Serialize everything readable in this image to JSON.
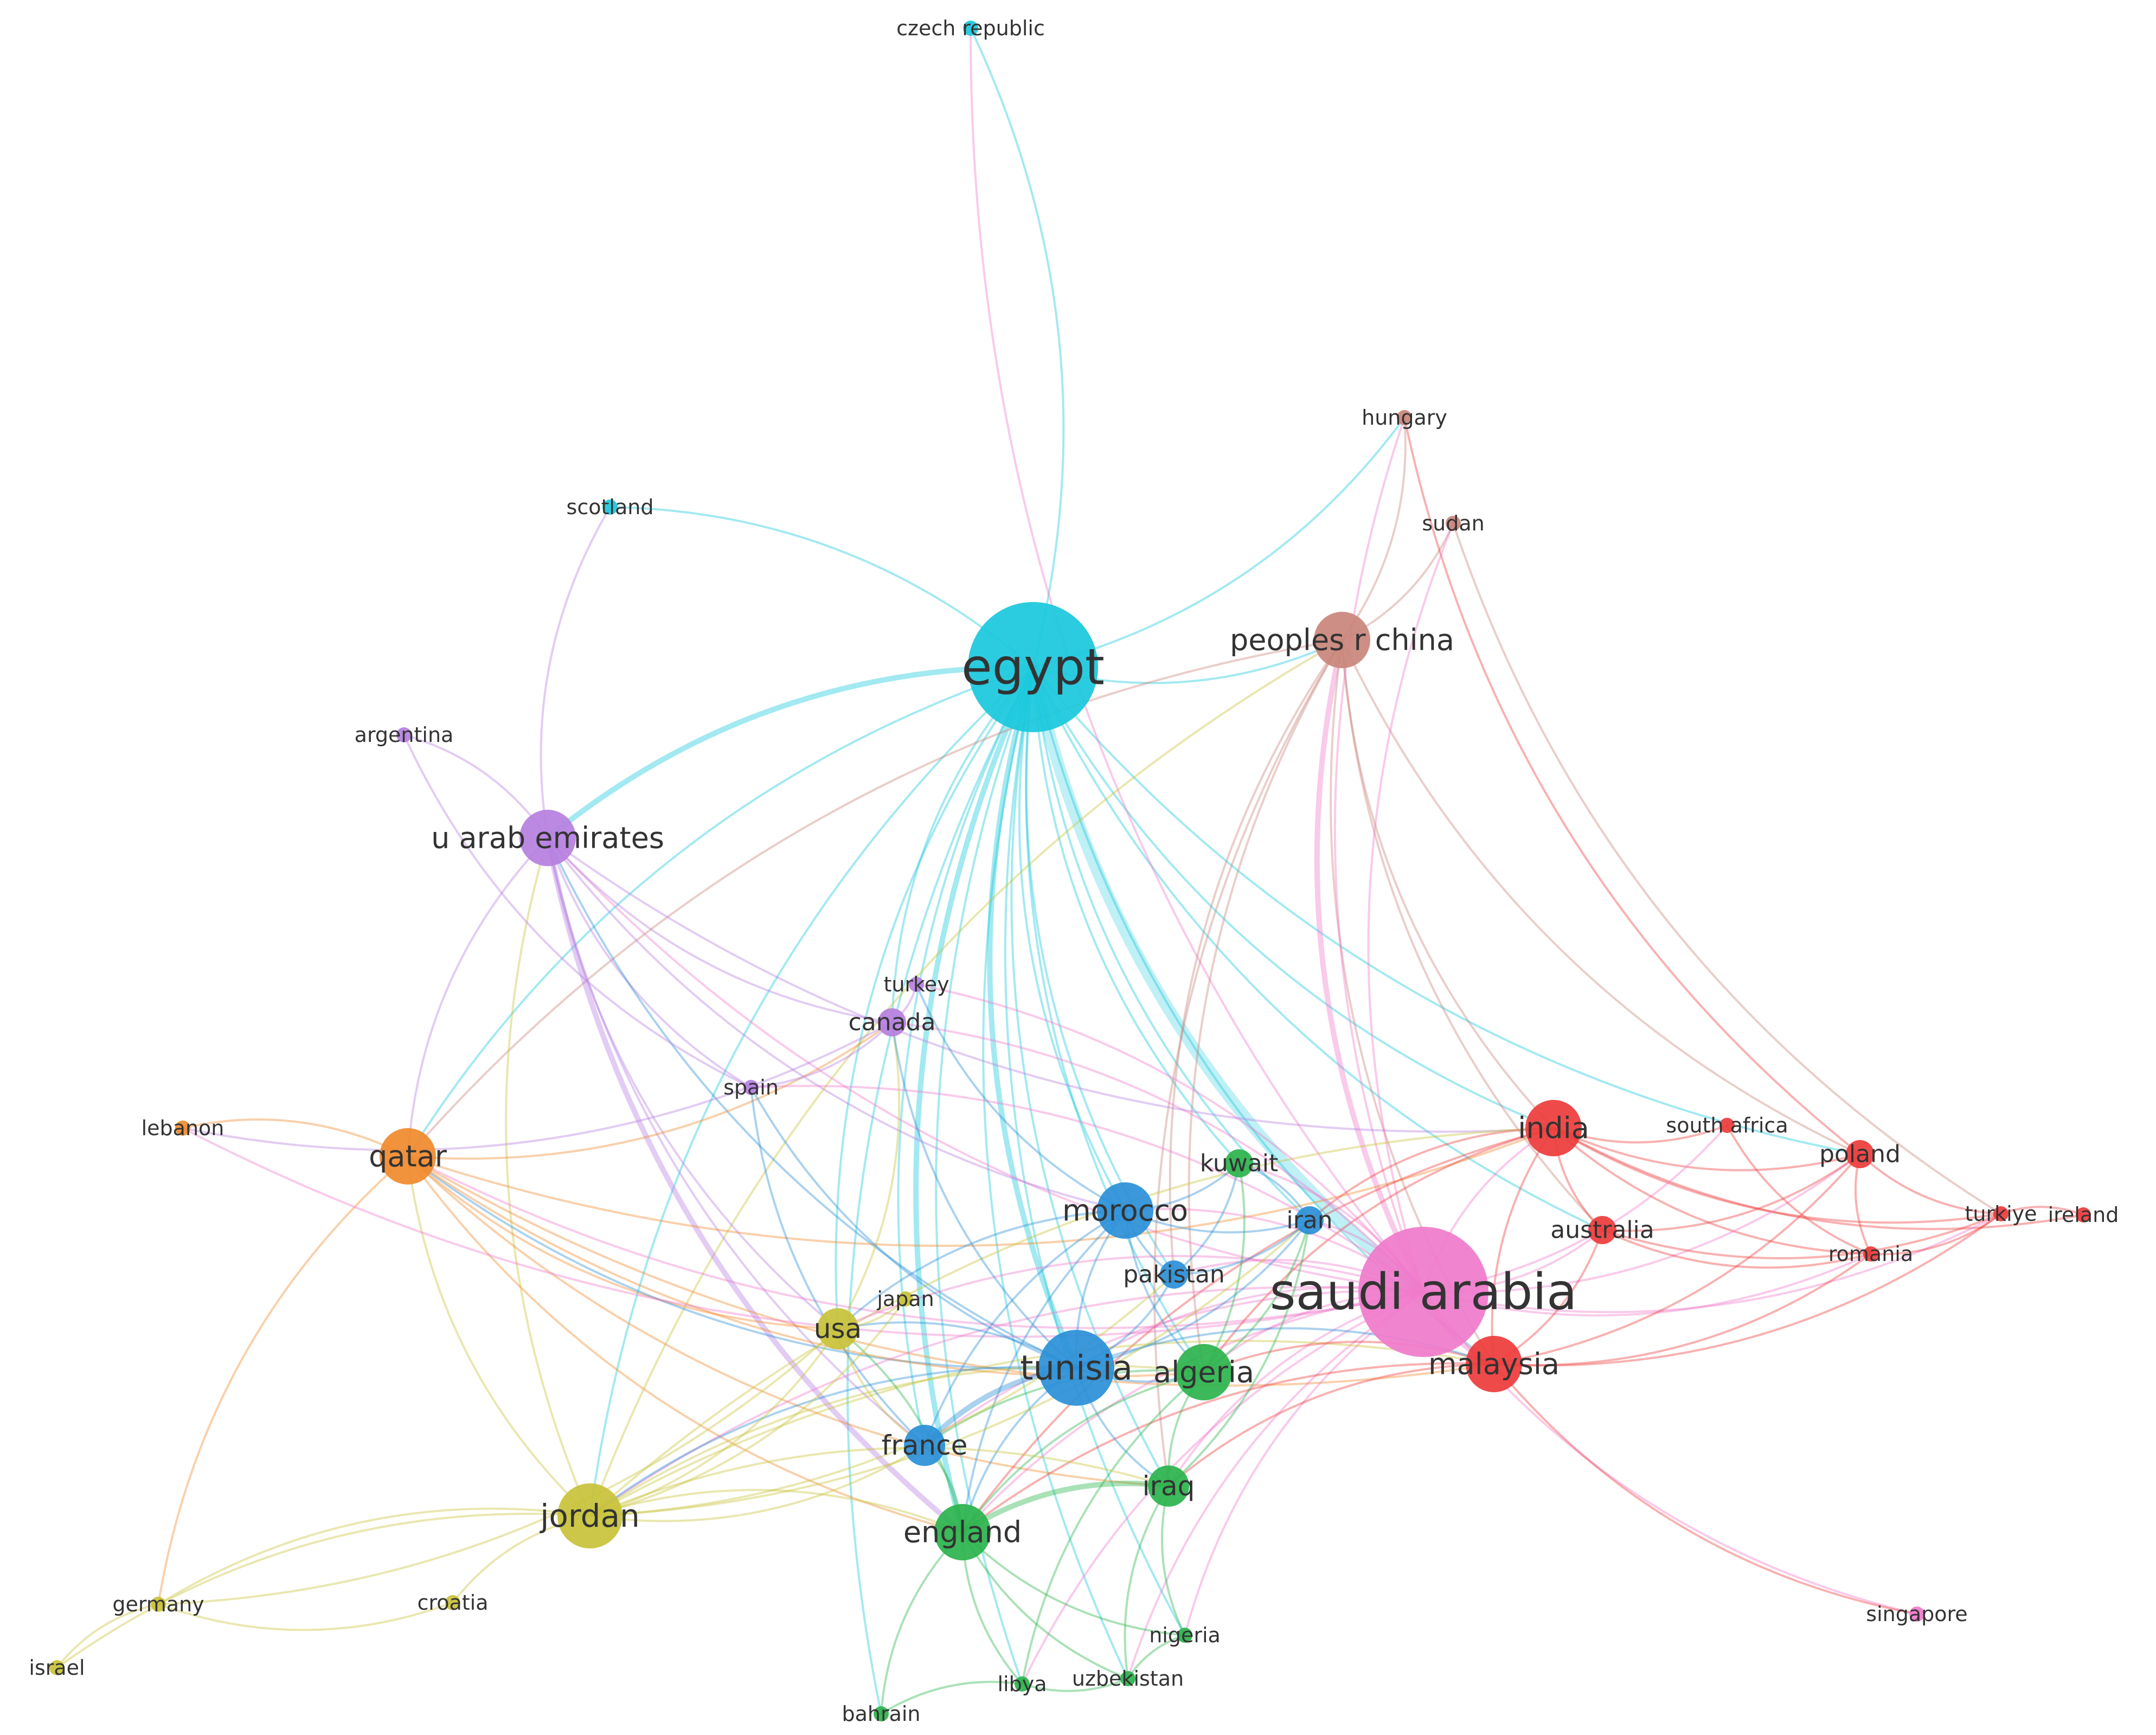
{
  "network": {
    "nodes": [
      {
        "id": "czech_republic",
        "label": "czech republic",
        "cluster": "cyan",
        "weight": 1
      },
      {
        "id": "scotland",
        "label": "scotland",
        "cluster": "cyan",
        "weight": 1
      },
      {
        "id": "egypt",
        "label": "egypt",
        "cluster": "cyan",
        "weight": 10
      },
      {
        "id": "hungary",
        "label": "hungary",
        "cluster": "brown",
        "weight": 1
      },
      {
        "id": "sudan",
        "label": "sudan",
        "cluster": "brown",
        "weight": 1
      },
      {
        "id": "peoples_r_china",
        "label": "peoples r china",
        "cluster": "brown",
        "weight": 4
      },
      {
        "id": "argentina",
        "label": "argentina",
        "cluster": "purple",
        "weight": 1
      },
      {
        "id": "u_arab_emirates",
        "label": "u arab emirates",
        "cluster": "purple",
        "weight": 4
      },
      {
        "id": "turkey",
        "label": "turkey",
        "cluster": "purple",
        "weight": 1
      },
      {
        "id": "canada",
        "label": "canada",
        "cluster": "purple",
        "weight": 2
      },
      {
        "id": "spain",
        "label": "spain",
        "cluster": "purple",
        "weight": 1
      },
      {
        "id": "lebanon",
        "label": "lebanon",
        "cluster": "orange",
        "weight": 1
      },
      {
        "id": "qatar",
        "label": "qatar",
        "cluster": "orange",
        "weight": 4
      },
      {
        "id": "india",
        "label": "india",
        "cluster": "red",
        "weight": 4
      },
      {
        "id": "south_africa",
        "label": "south africa",
        "cluster": "red",
        "weight": 1
      },
      {
        "id": "poland",
        "label": "poland",
        "cluster": "red",
        "weight": 2
      },
      {
        "id": "turkiye",
        "label": "turkiye",
        "cluster": "red",
        "weight": 1
      },
      {
        "id": "ireland",
        "label": "ireland",
        "cluster": "red",
        "weight": 1
      },
      {
        "id": "romania",
        "label": "romania",
        "cluster": "red",
        "weight": 1
      },
      {
        "id": "australia",
        "label": "australia",
        "cluster": "red",
        "weight": 2
      },
      {
        "id": "kuwait",
        "label": "kuwait",
        "cluster": "green",
        "weight": 2
      },
      {
        "id": "morocco",
        "label": "morocco",
        "cluster": "blue",
        "weight": 4
      },
      {
        "id": "iran",
        "label": "iran",
        "cluster": "blue",
        "weight": 2
      },
      {
        "id": "pakistan",
        "label": "pakistan",
        "cluster": "blue",
        "weight": 2
      },
      {
        "id": "saudi_arabia",
        "label": "saudi arabia",
        "cluster": "pink",
        "weight": 10
      },
      {
        "id": "japan",
        "label": "japan",
        "cluster": "yellow",
        "weight": 1
      },
      {
        "id": "usa",
        "label": "usa",
        "cluster": "yellow",
        "weight": 3
      },
      {
        "id": "tunisia",
        "label": "tunisia",
        "cluster": "blue",
        "weight": 6
      },
      {
        "id": "algeria",
        "label": "algeria",
        "cluster": "green",
        "weight": 4
      },
      {
        "id": "malaysia",
        "label": "malaysia",
        "cluster": "red",
        "weight": 4
      },
      {
        "id": "france",
        "label": "france",
        "cluster": "blue",
        "weight": 3
      },
      {
        "id": "iraq",
        "label": "iraq",
        "cluster": "green",
        "weight": 3
      },
      {
        "id": "jordan",
        "label": "jordan",
        "cluster": "yellow",
        "weight": 5
      },
      {
        "id": "england",
        "label": "england",
        "cluster": "green",
        "weight": 4
      },
      {
        "id": "germany",
        "label": "germany",
        "cluster": "yellow",
        "weight": 1
      },
      {
        "id": "croatia",
        "label": "croatia",
        "cluster": "yellow",
        "weight": 1
      },
      {
        "id": "israel",
        "label": "israel",
        "cluster": "yellow",
        "weight": 1
      },
      {
        "id": "singapore",
        "label": "singapore",
        "cluster": "pink",
        "weight": 1
      },
      {
        "id": "nigeria",
        "label": "nigeria",
        "cluster": "green",
        "weight": 1
      },
      {
        "id": "libya",
        "label": "libya",
        "cluster": "green",
        "weight": 1
      },
      {
        "id": "uzbekistan",
        "label": "uzbekistan",
        "cluster": "green",
        "weight": 1
      },
      {
        "id": "bahrain",
        "label": "bahrain",
        "cluster": "green",
        "weight": 1
      }
    ],
    "cluster_colors": {
      "cyan": "#19c8dc",
      "brown": "#c9857b",
      "purple": "#b67fe0",
      "orange": "#f08a2c",
      "red": "#ee3b3b",
      "green": "#2bb34c",
      "blue": "#2a8fd8",
      "pink": "#f07acb",
      "yellow": "#c8c23a"
    }
  }
}
